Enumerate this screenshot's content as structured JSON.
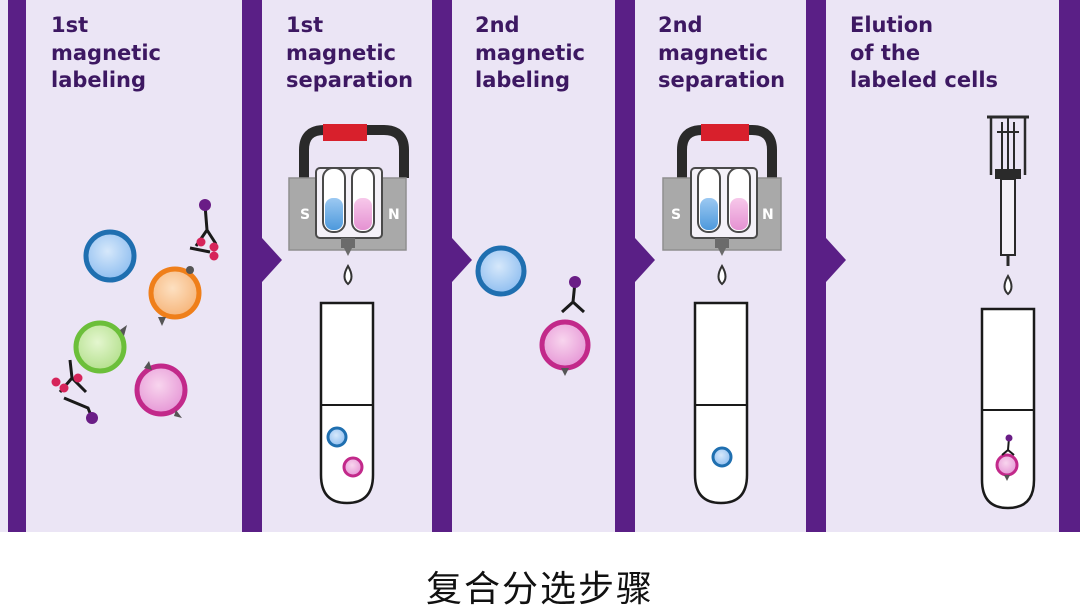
{
  "steps": [
    {
      "line1": "1st",
      "line2": "magnetic",
      "line3": "labeling"
    },
    {
      "line1": "1st",
      "line2": "magnetic",
      "line3": "separation"
    },
    {
      "line1": "2nd",
      "line2": "magnetic",
      "line3": "labeling"
    },
    {
      "line1": "2nd",
      "line2": "magnetic",
      "line3": "separation"
    },
    {
      "line1": "Elution",
      "line2": "of the",
      "line3": "labeled cells"
    }
  ],
  "magnet": {
    "south": "S",
    "north": "N"
  },
  "caption": "复合分选步骤",
  "colors": {
    "stripe": "#5a1f86",
    "panel": "#ebe5f5",
    "label": "#3d1862",
    "magnet_red": "#d8202c",
    "cell_blue": "#1f6fb0",
    "cell_orange": "#ef7f1a",
    "cell_green": "#6cbf3a",
    "cell_magenta": "#c2298a",
    "antibody_bead": "#6a1d86",
    "antibody_red": "#d6245a"
  }
}
